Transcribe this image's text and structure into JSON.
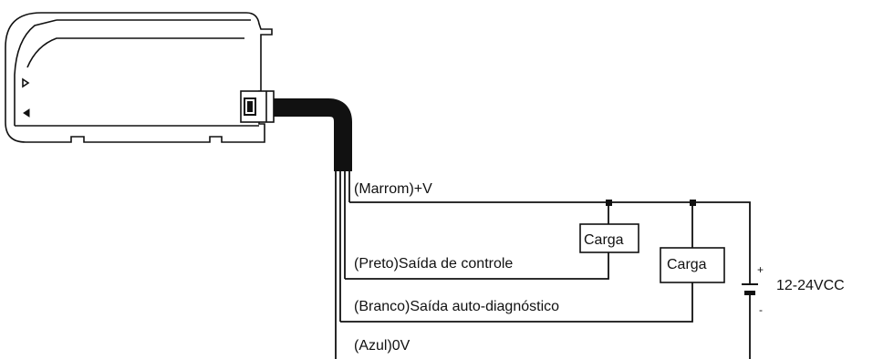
{
  "wires": {
    "brown": "(Marrom)+V",
    "black": "(Preto)Saída de controle",
    "white": "(Branco)Saída auto-diagnóstico",
    "blue": "(Azul)0V"
  },
  "loads": {
    "load_1": "Carga",
    "load_2": "Carga"
  },
  "power_supply": {
    "voltage": "12-24VCC",
    "plus": "+",
    "minus": "-"
  },
  "colors": {
    "line": "#111111",
    "cable": "#111111",
    "background": "#ffffff"
  }
}
